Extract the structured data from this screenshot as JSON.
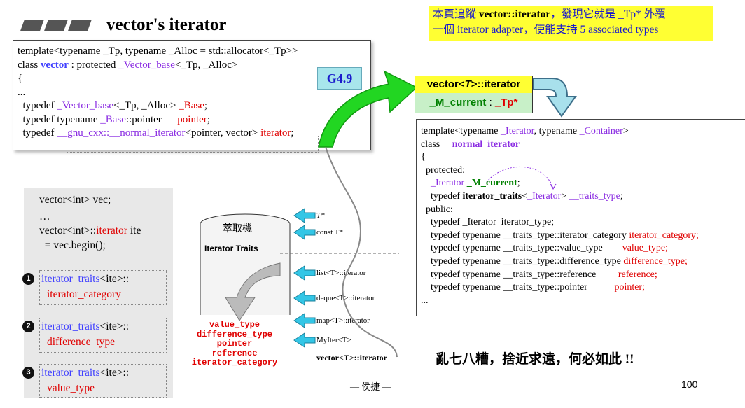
{
  "title": "vector's iterator",
  "note": {
    "line1_a": "本頁追蹤 ",
    "line1_b": "vector::iterator",
    "line1_c": "，發現它就是 _Tp* 外覆",
    "line2": "一個 iterator adapter，使能支持 5 associated types"
  },
  "code": {
    "l1": "template<typename _Tp, typename _Alloc = std::allocator<_Tp>>",
    "l2_a": "class ",
    "l2_b": "vector",
    "l2_c": " : protected ",
    "l2_d": "_Vector_base",
    "l2_e": "<_Tp, _Alloc>",
    "l3": "{",
    "l4": "...",
    "l5_a": "  typedef ",
    "l5_b": "_Vector_base",
    "l5_c": "<_Tp, _Alloc> ",
    "l5_d": "_Base",
    "l5_e": ";",
    "l6_a": "  typedef typename ",
    "l6_b": "_Base",
    "l6_c": "::pointer      ",
    "l6_d": "pointer",
    "l6_e": ";",
    "l7_a": "  typedef ",
    "l7_b": "__gnu_cxx::__normal_iterator",
    "l7_c": "<pointer, vector> ",
    "l7_d": "iterator",
    "l7_e": ";",
    "badge": "G4.9"
  },
  "vt_box": {
    "head_a": "vector<",
    "head_b": "T",
    "head_c": ">::iterator",
    "body_a": "_M_current",
    "body_b": " : ",
    "body_c": "_Tp*"
  },
  "normal_iter": {
    "l1_a": "template<typename ",
    "l1_b": "_Iterator",
    "l1_c": ", typename ",
    "l1_d": "_Container",
    "l1_e": ">",
    "l2_a": "class ",
    "l2_b": "__normal_iterator",
    "l3": "{",
    "l4": "  protected:",
    "l5_a": "    ",
    "l5_b": "_Iterator",
    "l5_c": " ",
    "l5_d": "_M_current",
    "l5_e": ";",
    "l6_a": "    typedef ",
    "l6_b": "iterator_traits",
    "l6_c": "<",
    "l6_d": "_Iterator",
    "l6_e": "> ",
    "l6_f": "__traits_type",
    "l6_g": ";",
    "l7": "  public:",
    "l8": "    typedef _Iterator  iterator_type;",
    "rows": [
      {
        "a": "    typedef typename __traits_type::iterator_category ",
        "b": "iterator_category;"
      },
      {
        "a": "    typedef typename __traits_type::value_type        ",
        "b": "value_type;"
      },
      {
        "a": "    typedef typename __traits_type::difference_type ",
        "b": "difference_type;"
      },
      {
        "a": "    typedef typename __traits_type::reference         ",
        "b": "reference;"
      },
      {
        "a": "    typedef typename __traits_type::pointer           ",
        "b": "pointer;"
      }
    ],
    "end": "..."
  },
  "left_panel": {
    "l1": "vector<int> vec;",
    "l2": "…",
    "l3_a": "vector<int>::",
    "l3_b": "iterator",
    "l3_c": " ite",
    "l4": "  = vec.begin();",
    "q1_a": "iterator_traits",
    "q1_b": "<ite>::",
    "q1_c": "iterator_category",
    "q2_a": "iterator_traits",
    "q2_b": "<ite>::",
    "q2_c": "difference_type",
    "q3_a": "iterator_traits",
    "q3_b": "<ite>::",
    "q3_c": "value_type",
    "n1": "1",
    "n2": "2",
    "n3": "3"
  },
  "traits_diagram": {
    "cyl_top": "萃取機",
    "cyl_label": "Iterator Traits",
    "inputs": [
      "T*",
      "const T*",
      "list<T>::iterator",
      "deque<T>::iterator",
      "map<T>::iterator",
      "MyIter<T>",
      "vector<T>::iterator"
    ],
    "outputs": [
      "value_type",
      "difference_type",
      "pointer",
      "reference",
      "iterator_category"
    ]
  },
  "bottom_quote": "亂七八糟，捨近求遠，何必如此 !!",
  "author": "— 侯捷 —",
  "page_number": "100",
  "colors": {
    "purple": "#8a2be2",
    "red": "#e00000",
    "yellow": "#ffff33",
    "green": "#008000",
    "cyan": "#33c6e6"
  }
}
